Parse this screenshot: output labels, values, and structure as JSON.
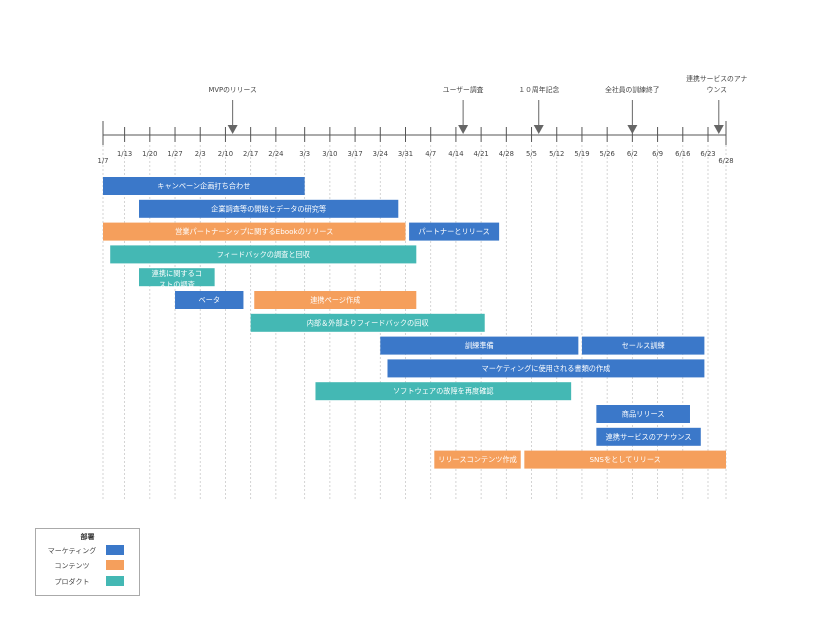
{
  "chart_data": {
    "type": "gantt",
    "x_ticks": [
      "1/7",
      "1/13",
      "1/20",
      "1/27",
      "2/3",
      "2/10",
      "2/17",
      "2/24",
      "3/3",
      "3/10",
      "3/17",
      "3/24",
      "3/31",
      "4/7",
      "4/14",
      "4/21",
      "4/28",
      "5/5",
      "5/12",
      "5/19",
      "5/26",
      "6/2",
      "6/9",
      "6/16",
      "6/23",
      "6/28"
    ],
    "x_range": [
      "1/7",
      "6/28"
    ],
    "milestones": [
      {
        "label": "MVPのリリース",
        "date": "2/12"
      },
      {
        "label": "ユーザー調査",
        "date": "4/16"
      },
      {
        "label": "１０周年記念",
        "date": "5/7"
      },
      {
        "label": "全社員の訓練終了",
        "date": "6/2"
      },
      {
        "label": "連携サービスのアナウンス",
        "date": "6/26"
      }
    ],
    "tasks": [
      {
        "label": "キャンペーン企画打ち合わせ",
        "start": "1/7",
        "end": "3/3",
        "department": "marketing",
        "row": 0
      },
      {
        "label": "企業調査等の開始とデータの研究等",
        "start": "1/17",
        "end": "3/29",
        "department": "marketing",
        "row": 1
      },
      {
        "label": "営業パートナーシップに関するEbookのリリース",
        "start": "1/7",
        "end": "3/31",
        "department": "content",
        "row": 2
      },
      {
        "label": "パートナーとリリース",
        "start": "4/1",
        "end": "4/26",
        "department": "marketing",
        "row": 2
      },
      {
        "label": "フィードバックの調査と回収",
        "start": "1/9",
        "end": "4/3",
        "department": "product",
        "row": 3
      },
      {
        "label": "連携に関するコストの調査",
        "start": "1/17",
        "end": "2/7",
        "department": "product",
        "row": 4
      },
      {
        "label": "ベータ",
        "start": "1/27",
        "end": "2/15",
        "department": "marketing",
        "row": 5
      },
      {
        "label": "連携ページ作成",
        "start": "2/18",
        "end": "4/3",
        "department": "content",
        "row": 5
      },
      {
        "label": "内部＆外部よりフィードバックの回収",
        "start": "2/17",
        "end": "4/22",
        "department": "product",
        "row": 6
      },
      {
        "label": "訓練準備",
        "start": "3/24",
        "end": "5/18",
        "department": "marketing",
        "row": 7
      },
      {
        "label": "セールス訓練",
        "start": "5/19",
        "end": "6/22",
        "department": "marketing",
        "row": 7
      },
      {
        "label": "マーケティングに使用される書類の作成",
        "start": "3/26",
        "end": "6/22",
        "department": "marketing",
        "row": 8
      },
      {
        "label": "ソフトウェアの故障を再度確認",
        "start": "3/6",
        "end": "5/16",
        "department": "product",
        "row": 9
      },
      {
        "label": "商品リリース",
        "start": "5/23",
        "end": "6/18",
        "department": "marketing",
        "row": 10
      },
      {
        "label": "連携サービスのアナウンス",
        "start": "5/23",
        "end": "6/21",
        "department": "marketing",
        "row": 11
      },
      {
        "label": "リリースコンテンツ作成",
        "start": "4/8",
        "end": "5/2",
        "department": "content",
        "row": 12
      },
      {
        "label": "SNSをとしてリリース",
        "start": "5/3",
        "end": "6/28",
        "department": "content",
        "row": 12
      }
    ],
    "legend": {
      "title": "部署",
      "items": [
        {
          "key": "marketing",
          "label": "マーケティング",
          "color": "#3b78c9"
        },
        {
          "key": "content",
          "label": "コンテンツ",
          "color": "#f59f5c"
        },
        {
          "key": "product",
          "label": "プロダクト",
          "color": "#44b8b4"
        }
      ]
    },
    "grid": true
  }
}
